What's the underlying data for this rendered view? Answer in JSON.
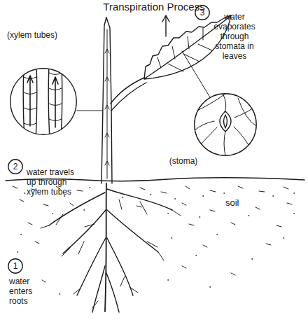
{
  "diagram": {
    "title": "Transpiration Process",
    "nodes": [
      {
        "text": [
          "(xylem tubes)"
        ]
      },
      {
        "text": [
          "2",
          "water travels up through xylem tubes"
        ]
      },
      {
        "text": [
          "3",
          "water evaporates through stomata in leaves"
        ]
      },
      {
        "text": [
          "(stoma)"
        ]
      },
      {
        "text": [
          "1",
          "water enters roots"
        ]
      }
    ],
    "labels": [
      "soil"
    ]
  }
}
